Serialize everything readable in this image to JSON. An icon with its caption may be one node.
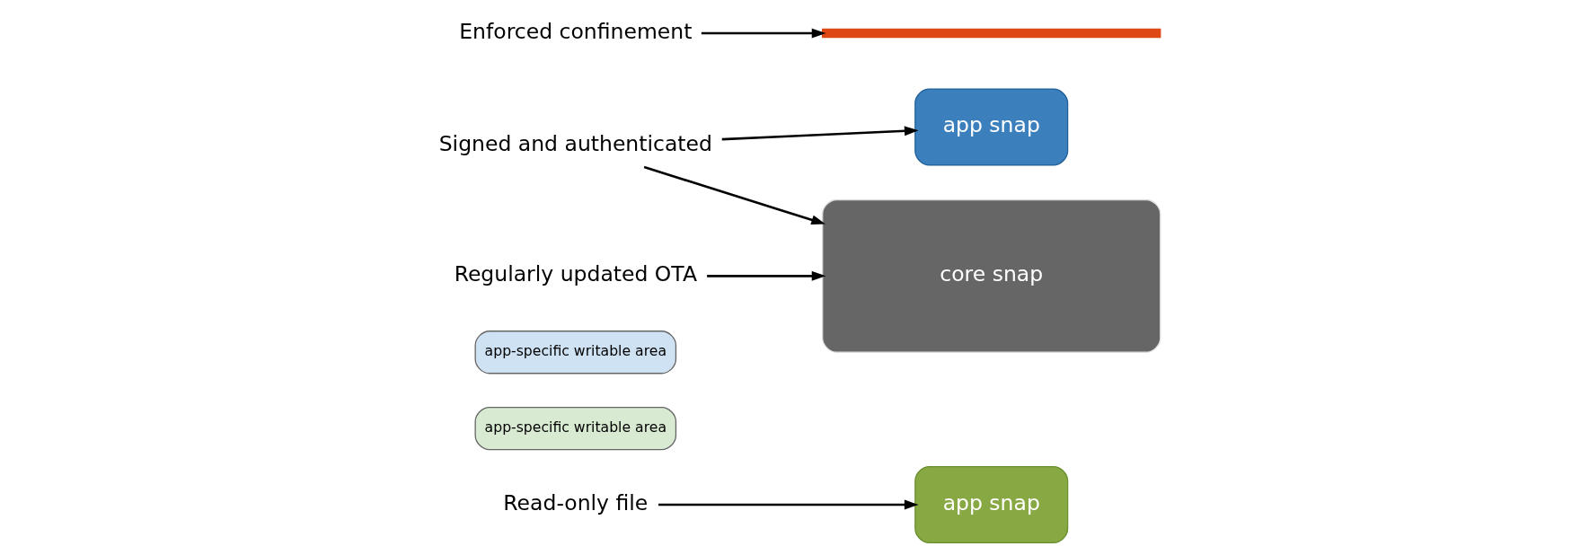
{
  "diagram": {
    "nodes": [
      {
        "text": [
          "Read-only file"
        ]
      },
      {
        "text": [
          "app-specific writable area"
        ]
      },
      {
        "text": [
          "app snap"
        ]
      },
      {
        "text": [
          "app-specific writable area"
        ]
      },
      {
        "text": [
          "app snap"
        ]
      },
      {
        "text": [
          "Enforced confinement"
        ]
      },
      {
        "text": [],
        "shape": "bar"
      },
      {
        "text": [
          "Signed and authenticated"
        ]
      },
      {
        "text": [
          "Regularly updated OTA"
        ]
      },
      {
        "text": [
          "core snap"
        ]
      }
    ],
    "edges": [
      {
        "from": 0,
        "to": 2,
        "arrow": "to"
      },
      {
        "from": 5,
        "to": 6,
        "arrow": "to"
      },
      {
        "from": 7,
        "to": 4,
        "arrow": "to"
      },
      {
        "from": 7,
        "to": 9,
        "arrow": "to"
      },
      {
        "from": 8,
        "to": 9,
        "arrow": "to"
      }
    ]
  }
}
